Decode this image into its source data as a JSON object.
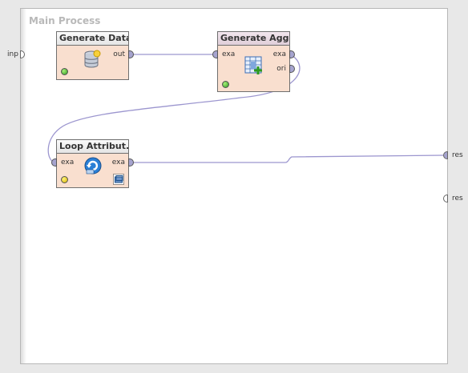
{
  "process": {
    "title": "Main Process"
  },
  "process_ports": {
    "input": "inp",
    "outputs": [
      "res",
      "res"
    ]
  },
  "operators": {
    "generate_data": {
      "title": "Generate Data",
      "out_ports": [
        "out"
      ],
      "status": "green",
      "icon": "database-icon"
    },
    "generate_agg": {
      "title": "Generate Agg...",
      "in_ports": [
        "exa"
      ],
      "out_ports": [
        "exa",
        "ori"
      ],
      "status": "green",
      "icon": "table-add-icon"
    },
    "loop_attributes": {
      "title": "Loop Attribut...",
      "in_ports": [
        "exa"
      ],
      "out_ports": [
        "exa"
      ],
      "status": "yellow",
      "icon": "loop-arrows-icon",
      "subprocess_icon": "subprocess-icon"
    }
  },
  "colors": {
    "operator_body": "#f9dfcf",
    "port": "#a6a4cf",
    "wire": "#9c96cf",
    "status_green": "#3cae2a",
    "status_yellow": "#e2c400"
  }
}
